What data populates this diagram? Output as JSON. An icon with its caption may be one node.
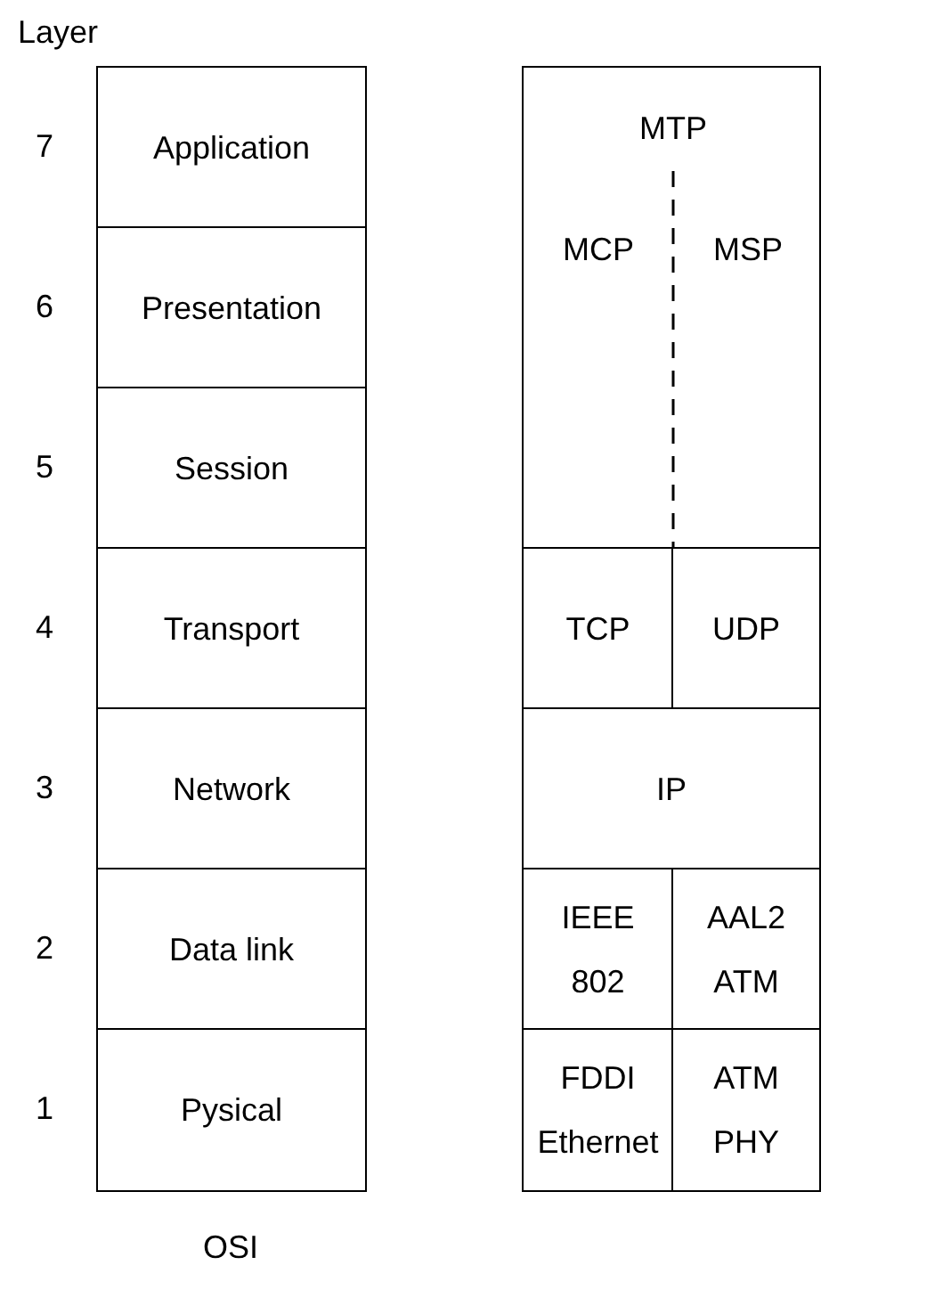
{
  "diagram": {
    "nodes": [
      {
        "text": [
          "Application"
        ]
      },
      {
        "text": [
          "Presentation"
        ]
      },
      {
        "text": [
          "Session"
        ]
      },
      {
        "text": [
          "Transport"
        ]
      },
      {
        "text": [
          "Network"
        ]
      },
      {
        "text": [
          "Data link"
        ]
      },
      {
        "text": [
          "Pysical"
        ]
      },
      {
        "text": [
          "MTP",
          "MCP",
          "MSP"
        ]
      },
      {
        "text": [
          "TCP"
        ]
      },
      {
        "text": [
          "UDP"
        ]
      },
      {
        "text": [
          "IP"
        ]
      },
      {
        "text": [
          "IEEE 802"
        ]
      },
      {
        "text": [
          "AAL2 ATM"
        ]
      },
      {
        "text": [
          "FDDI Ethernet"
        ]
      },
      {
        "text": [
          "ATM PHY"
        ]
      }
    ],
    "labels": [
      "Layer",
      "7",
      "6",
      "5",
      "4",
      "3",
      "2",
      "1",
      "OSI"
    ]
  }
}
